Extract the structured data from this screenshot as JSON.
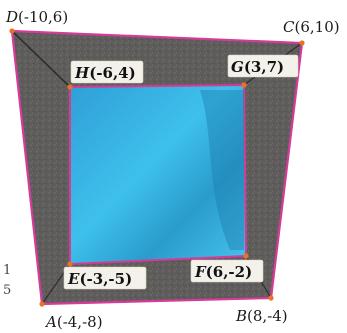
{
  "figure": {
    "outer_vertices": [
      {
        "name": "D",
        "coords": "(-10,6)"
      },
      {
        "name": "C",
        "coords": "(6,10)"
      },
      {
        "name": "B",
        "coords": "(8,-4)"
      },
      {
        "name": "A",
        "coords": "(-4,-8)"
      }
    ],
    "inner_vertices": [
      {
        "name": "H",
        "coords": "(-6,4)"
      },
      {
        "name": "G",
        "coords": "(3,7)"
      },
      {
        "name": "F",
        "coords": "(6,-2)"
      },
      {
        "name": "E",
        "coords": "(-3,-5)"
      }
    ],
    "edge_glyphs": [
      "1",
      "5"
    ],
    "colors": {
      "frame": "#5c5a58",
      "frame_edge": "#d63a9a",
      "water": "#35b8e6",
      "vertex_dot": "#e8722a"
    }
  }
}
